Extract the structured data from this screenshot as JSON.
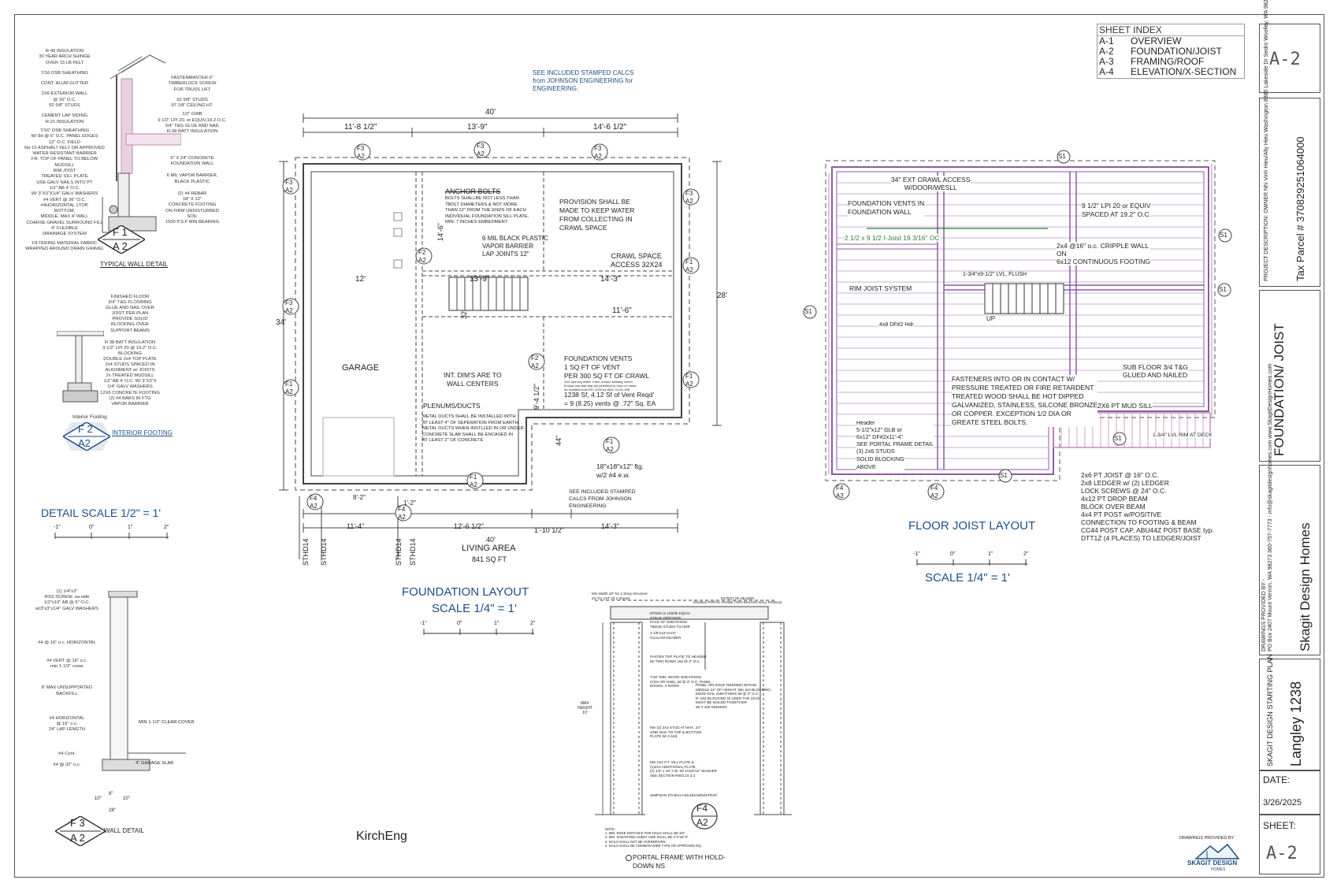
{
  "sheet_index": {
    "title": "SHEET INDEX",
    "rows": [
      {
        "code": "A-1",
        "name": "OVERVIEW"
      },
      {
        "code": "A-2",
        "name": "FOUNDATION/JOIST"
      },
      {
        "code": "A-3",
        "name": "FRAMING/ROOF"
      },
      {
        "code": "A-4",
        "name": "ELEVATION/X-SECTION"
      }
    ]
  },
  "title_block": {
    "sheet_top": "A-2",
    "tax_parcel": "Tax Parcel #\n370829251064000",
    "project_description": "PROJECT DESCRIPTION: OWNER\nNhi Vinh Hieu/Ally Hieu Washington\n8880 Lakeside Dr\nSedro Woolley, WA 98284",
    "sheet_title": "FOUNDATION/\nJOIST",
    "drawings_provided_by": "DRAWINGS PROVIDED BY:-",
    "company": "Skagit Design Homes",
    "company_contact": "PO Box 2407\nMount Vernon, WA 98273\n360-757-7773 - info@skagitdesignhomes.com\nwww.SkagitDesignHomes.com",
    "plan_label": "SKAGIT DESIGN STARTING PLAN",
    "plan_name": "Langley 1238",
    "date_label": "DATE:",
    "date_value": "3/26/2025",
    "sheet_label": "SHEET:",
    "sheet_value": "A-2"
  },
  "typical_wall_detail": {
    "title": "TYPICAL WALL DETAIL",
    "tag_top": "F 1",
    "tag_bottom": "A 2",
    "notes_left": [
      "R-49 INSULATION",
      "30 YEAR ARCH SHINGE",
      "OVER 15 LB FELT",
      "7/16 OSB SHEATHING",
      "CONT. ALUM GUTTER",
      "2X6 EXTERIOR WALL",
      "@ 16\" O.C.",
      "92 5/8\" STUDS",
      "CEMENT LAP SIDING",
      "R-21 INSULATION",
      "7/16\" OSB SHEATHING",
      "W/ 8d @ 6\" O.C. PANEL EDGES",
      "12\" O.C. FIELD",
      "No 15 ASPHALT FELT OR APPROVED",
      "WATER RESISTANT BARRIER",
      "FR. TOP OF PANEL TO BELOW MUDSILL",
      "RIM JOIST",
      "TREATED SILL PLATE",
      "USE GALV NAILS INTO PT",
      "1/2\" AB 4' O.C.",
      "W/ 3\"X3\"X1/4\" GALV WASHERS",
      "#4 VERT @ 36\" O.C.",
      "#4HORIZONTAL 1TOP,",
      "BOTTOM,",
      "MIDDLE, MAX 4' WALL",
      "COARSE GRAVEL SURROUND FILL",
      "4\" FLEXIBLE",
      "DRAINAGE SYSTEM",
      "FILTERING MATERIAL FABRIC",
      "WRAPPED AROUND DRAIN GRAVEL"
    ],
    "notes_right": [
      "FASTENMASTER 6\"",
      "TIMBERLOCK SCREW",
      "FOR TRUSS LIFT",
      "92 5/8\" STUDS",
      "97 1/8\" CEILING HT.",
      "1/2\" GWB",
      "9 1/2\" LPI 20, or EQUIV,19.2 O.C.",
      "3/4\" T&G GLUE AND NAIL",
      "R-38 BATT INSULATION",
      "6\" X 24\" CONCRETE",
      "FOUNDATION WALL",
      "6 MIL VAPOR BARRIER,",
      "BLACK PLASTIC",
      "(2) #4 REBAR",
      "18\" X 12\"",
      "CONCRETE FOOTING",
      "ON FIRM UNDISTURBED",
      "SOIL",
      "1500 P.S.F MIN BEARING"
    ]
  },
  "interior_footing_detail": {
    "title": "INTERIOR FOOTING",
    "tag_top": "F 2",
    "tag_bottom": "A2",
    "notes": [
      "FINISHED FLOOR",
      "3/4\" T&G FLOORING",
      "GLUE AND NAIL OVER",
      "JOIST PER PLAN",
      "PROVIDE SOLID",
      "BLOCKING OVER",
      "SUPPORT BEAMS",
      "R 38 BATT INSULATION",
      "9 1/2\" LPI 20 @ 19.2\" O.C.",
      "BLOCKING",
      "DOUBLE 2x4 TOP PLATE",
      "2x4 STUDS SPACED IN",
      "ALIGNMENT w/ JOISTS",
      "2x TREATED MUDSILL",
      "1/2\" AB 4' O.C. W/ 3\"X3\"X",
      "1/4\" GALV WASHERS",
      "12X6 CONCRETE FOOTING",
      "(2) #4 BARS IN FTG",
      "VAPOR BARRIER"
    ],
    "small_caption": "Interior Footing"
  },
  "detail_scale": {
    "title": "DETAIL SCALE 1/2\" = 1'",
    "ticks": [
      "-1\"",
      "0\"",
      "1\"",
      "2\""
    ]
  },
  "wall_detail_f3": {
    "title": "WALL DETAIL",
    "tag_top": "F 3",
    "tag_bottom": "A 2",
    "notes": [
      "(1) 1/4\"x3\"",
      "RSS SCREW, ea side",
      "1/2\"x10\" AB @ 6\" O.C.",
      "w/3\"x3\"x1/4\" GALV WASHERS",
      "#4 @ 16\" o.c. HORIZONTAL",
      "#4 VERT @ 16\" o.c.",
      "min 1-1/2\" cover",
      "8' MAX UNSUPPORTED",
      "BACKFILL",
      "MIN 1-1/2\" CLEAR COVER",
      "#4 HORIZONTAL",
      "@ 16\" o.c.",
      "24\" LAP LENGTH",
      "4\" GARAGE SLAB",
      "#4 Cont.",
      "#4 @ 32\" o.c.",
      "10\"",
      "8\"",
      "10\"",
      "28\""
    ]
  },
  "engineer_label": "KirchEng",
  "foundation_plan": {
    "title": "FOUNDATION LAYOUT",
    "scale": "SCALE 1/4\" = 1'",
    "ticks": [
      "-1\"",
      "0\"",
      "1\"",
      "2\""
    ],
    "stamped_note": "SEE INCLUDED STAMPED CALCS\nfrom JOHNSON ENGINEERING for\nENGINEERING.",
    "dims_top": {
      "overall": "40'",
      "segs": [
        "11'-8 1/2\"",
        "13'-9\"",
        "14'-6 1/2\""
      ]
    },
    "dims_bottom": {
      "overall": "40'",
      "segs": [
        "11'-4\"",
        "12'-6 1/2\"",
        "1'-10 1/2\"",
        "14'-3\""
      ],
      "small": [
        "8'-2\"",
        "1'-2\""
      ]
    },
    "dims_left": "34'",
    "dims_right": "28'",
    "interior_dims": [
      "12'",
      "13'-9\"",
      "14'-3\"",
      "11'-6\"",
      "14'-6\"",
      "32'",
      "9'-4 1/2\"",
      "44\""
    ],
    "room_labels": {
      "garage": "GARAGE",
      "crawl_space": "CRAWL SPACE\nACCESS 32X24",
      "living_area": "LIVING AREA",
      "living_area_sqft": "841 SQ FT"
    },
    "notes": {
      "anchor_bolts_title": "ANCHOR BOLTS",
      "anchor_bolts": "BOLTS SHALLBE NOT LESS THAN\n7BOLT DIAMETERS & NOT MORE\nTHAN 12\" FROM THE ENDS OF EACH\nINDIVIDUAL FOUNDATION SILL PLATE,\nMIN. 7 INCHES EMBEDMENT",
      "vapor_barrier": "6 MIL BLACK PLASTIC\nVAPOR BARRIER\nLAP JOINTS 12\"",
      "provision": "PROVISION SHALL BE\nMADE TO KEEP WATER\nFROM COLLECTING IN\nCRAWL SPACE",
      "int_dims": "INT. DIM'S ARE TO\nWALL CENTERS",
      "vents": "FOUNDATION VENTS\n1 SQ FT OF VENT\nPER 300 SQ FT OF CRAWL",
      "vents_small": "One opening within 3 feet of each building corner.\nExcept one side that are permitted to have no vents.\nAs modified from IRC 2009 by WAC 51-51-408",
      "vents_calc": "1238 Sf, 4.12 Sf of Vent Reqd'\n= 9 (8.25) vents @ .72\" Sq. EA",
      "plenums_title": "PLENUMS/DUCTS",
      "plenums": "METAL DUCTS SHALL BE INSTALLED WITH\nAT LEAST 4\" OF SEPERATION FROM EARTH.\nMETAL DUCTS WHEN INSTLLED IN OR UNDER\nCONCRETE SLAB SHALL BE ENCASED IN\nAT LEAST 2\" OF CONCRETE",
      "footing": "18\"x18\"x12\" ftg.\nw/2 #4 e.w.",
      "see_calcs": "SEE INCLUDED STAMPED\nCALCS FROM JOHNSON\nENGINEERING"
    },
    "stud_labels": [
      "STHD14",
      "STHD14",
      "STHD14",
      "STHD14"
    ],
    "section_tags": [
      {
        "top": "F3",
        "bottom": "A2"
      },
      {
        "top": "F3",
        "bottom": "A2"
      },
      {
        "top": "F3",
        "bottom": "A2"
      },
      {
        "top": "F3",
        "bottom": "A2"
      },
      {
        "top": "F3",
        "bottom": "A2"
      },
      {
        "top": "F3",
        "bottom": "A2"
      },
      {
        "top": "F1",
        "bottom": "A2"
      },
      {
        "top": "F1",
        "bottom": "A2"
      },
      {
        "top": "F1",
        "bottom": "A2"
      },
      {
        "top": "F1",
        "bottom": "A2"
      },
      {
        "top": "F1",
        "bottom": "A2"
      },
      {
        "top": "F2",
        "bottom": "A2"
      },
      {
        "top": "F2",
        "bottom": "A2"
      },
      {
        "top": "F4",
        "bottom": "A2"
      },
      {
        "top": "F4",
        "bottom": "A2"
      }
    ]
  },
  "floor_joist_plan": {
    "title": "FLOOR JOIST LAYOUT",
    "scale": "SCALE 1/4\" = 1'",
    "ticks": [
      "-1\"",
      "0\"",
      "1\"",
      "2\""
    ],
    "notes": {
      "crawl_access": "34\" EXT CRAWL ACCESS\nW/DOOR/WESLL",
      "foundation_vents": "FOUNDATION VENTS IN\nFOUNDATION WALL",
      "ijoist": "2 1/2 x 9 1/2 I-Joist 19 3/16\" OC",
      "lpi": "9 1/2\" LPI 20 or EQUIV\nSPACED AT 19.2\" O.C.",
      "cripple": "2x4 @16\" o.c. CRIPPLE WALL\nON\n6x12 CONTINUOUS FOOTING",
      "lvl": "1-3/4\"x9-1/2\" LVL, FLUSH",
      "rim": "RIM JOIST SYSTEM",
      "hdr": "4x8 DF#2 Hdr",
      "up": "UP",
      "subfloor": "SUB FLOOR 3/4 T&G\nGLUED AND NAILED",
      "fasteners": "FASTENERS INTO OR IN CONTACT W/\nPRESSURE TREATED OR FIRE RETARDENT\nTREATED WOOD SHALL BE HOT DIPPED\nGALVANIZED, STAINLESS, SILCONE BRONZE\nOR COPPER. EXCEPTION 1/2 DIA OR\nGREATE STEEL BOLTS.",
      "mudsill": "2X6 PT MUD SILL",
      "header": "Header\n5-1/2\"x12\" GLB or\n6x12\" DF#2x11'-4\"\nSEE PORTAL FRAME DETAIL",
      "studs": "(3) 2x6 STUDS\nSOLID BLOCKING\nABOVE",
      "lvl_rim": "1-3/4\" LVL RIM AT DECK",
      "pt_list": "2x6 PT JOIST @ 16\" O.C.\n2x8 LEDGER w/ (2) LEDGER\nLOCK SCREWS @ 24\" O.C.\n4x12 PT DROP BEAM\nBLOCK OVER BEAM\n4x4 PT POST w/POSITIVE\nCONNECTION TO FOOTING & BEAM\nCC44 POST CAP, ABU44Z POST BASE typ.\nDTT1Z (4 PLACES) TO LEDGER/JOIST"
    },
    "tags": [
      "S1",
      "S1",
      "S1",
      "S1",
      "S1",
      "S1"
    ],
    "f4_tags": [
      {
        "top": "F4",
        "bottom": "A2"
      },
      {
        "top": "F4",
        "bottom": "A2"
      }
    ]
  },
  "portal_frame": {
    "title": "PORTAL FRAME WITH HOLD-\nDOWN NS",
    "tag_top": "F4",
    "tag_bottom": "A2",
    "notes_top": "Min Width 16\" for 1 Story Structure\n24\" for 1ST Of 2 Stories",
    "notes": [
      "EXTENT OF HEADER\nDOUBLE PORTAL FRAME (TWO BRACED WALL PANELS)",
      "MTS20 or 1000lb EQUIV\nSTRAP OPPOSITE\nFACE OF SHEATHING\nTIEING STUDS TO HDR",
      "3 1/8\"x12\"x21'6\"\nGLULAM HEADER",
      "FASTEN TOP PLATE TO HEADER\nW/ TWO ROWS 16d @ 3\" O.C.",
      "7/16\" MIN. WOOD SHEATHING\n(CDX OR OSB), 8d @ 3\" O.C. PANEL\nEDGES, 2 ROWS",
      "PANEL SPLICE(IF NEEDED) WITHIN\nMIDDLE 24\" OF HEIGHT, Min 2x4 BLOCKING,\nEDGE NAIL SHEATHING 8d @ 3\" O.C.\nIF 2X4 BLOCKING IS USED THE 2X4's\nMUST BE NAILED TOGETHER\nW/ 3 16d SINKERS",
      "Min (2) 2X4 STUD AT MAX. 24\" \n2/ND NAIL TO TOP & BOTTOM\nPLATE W/ 2-16d",
      "Min 2X4 P.T. SILL PLATE &\n(1)2X4 ADDITIONAL PLATE,\n(2) 1/2\" x 10\" A.B. W/ 1/4x3\"x3\" WASHER\nSEE SECTION R602.10.3.3",
      "SIMPSON STHD14 HOLDDOWN/STRAP",
      "NOTE:\n1. MIN. EDGE DISTANCE FOR NAILS SHALL BE 3/8\".\n2. MIN. SHEATHING SHEET SIZE SHALL BE 2'-0\"x8'-0\".\n3. NAILS SHALL NOT BE OVERDRIVEN.\n4. NAILS SHALL BE COMMON WIRE TYPE OR APPROVED EQ."
    ],
    "max_height": "MAX\nHEIGHT\n10'"
  },
  "logo": {
    "caption": "DRAWINGS PROVIDED BY",
    "text": "SKAGIT DESIGN",
    "sub": "HOMES"
  },
  "colors": {
    "line": "#4a4a4a",
    "blue_text": "#1d4e86",
    "joist_purple": "#8e5aa6",
    "footing_pink": "#c88ab8",
    "ijoist_green": "#2f7d3a"
  }
}
